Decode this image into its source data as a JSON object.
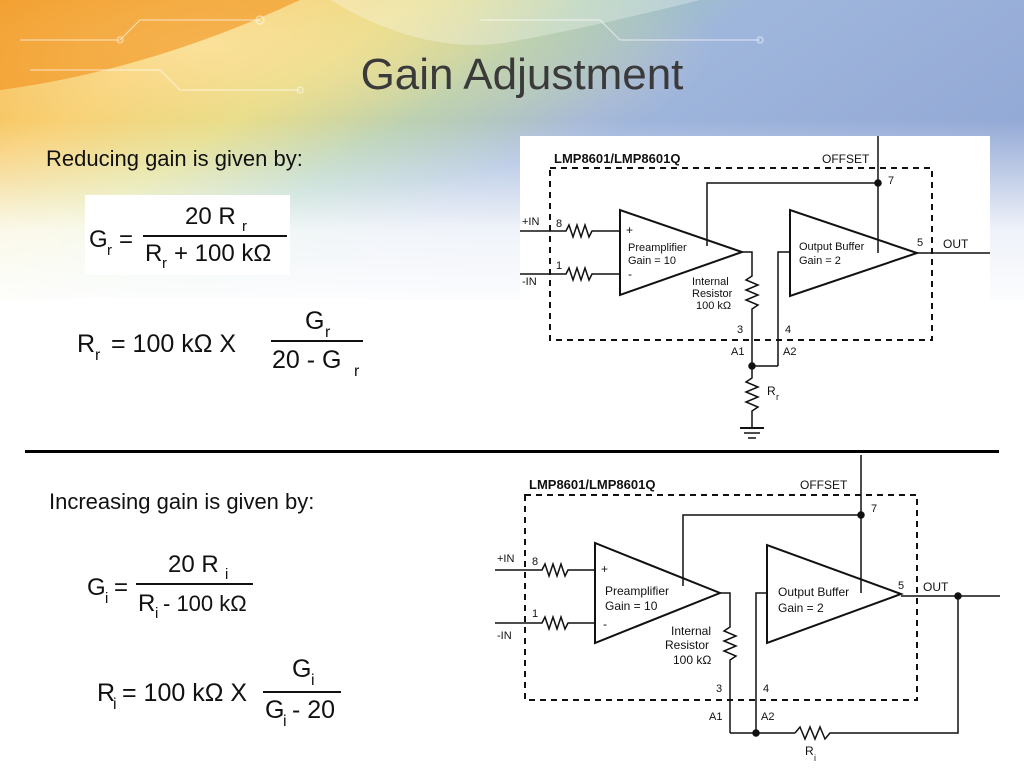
{
  "slide": {
    "title": "Gain Adjustment"
  },
  "reducing": {
    "caption": "Reducing gain is given by:",
    "formula1": {
      "lhs": "G",
      "lhs_sub": "r",
      "lhs_eq": "=",
      "num": "20 R",
      "num_sub": "r",
      "den_a": "R",
      "den_a_sub": "r",
      "den_b": "+ 100 kΩ"
    },
    "formula2": {
      "lhs": "R",
      "lhs_sub": "r",
      "mid": "= 100 kΩ X",
      "num": "G",
      "num_sub": "r",
      "den": "20 - G",
      "den_sub": "r"
    },
    "schematic": {
      "chip": "LMP8601/LMP8601Q",
      "offset": "OFFSET",
      "pin7": "7",
      "in_plus": "+IN",
      "pin8": "8",
      "in_minus": "-IN",
      "pin1": "1",
      "plus_sign": "+",
      "minus_sign": "-",
      "pre_line1": "Preamplifier",
      "pre_line2": "Gain = 10",
      "buf_line1": "Output Buffer",
      "buf_line2": "Gain = 2",
      "pin5": "5",
      "out": "OUT",
      "int_line1": "Internal",
      "int_line2": "Resistor",
      "int_line3": "100 kΩ",
      "pin3": "3",
      "pin4": "4",
      "a1": "A1",
      "a2": "A2",
      "res": "R",
      "res_sub": "r"
    }
  },
  "increasing": {
    "caption": "Increasing gain is given by:",
    "formula1": {
      "lhs": "G",
      "lhs_sub": "i",
      "lhs_eq": "=",
      "num": "20 R",
      "num_sub": "i",
      "den_a": "R",
      "den_a_sub": "i",
      "den_b": "- 100 kΩ"
    },
    "formula2": {
      "lhs": "R",
      "lhs_sub": "i",
      "mid": "= 100 kΩ X",
      "num": "G",
      "num_sub": "i",
      "den": "G",
      "den_sub": "i",
      "den_tail": "- 20"
    },
    "schematic": {
      "chip": "LMP8601/LMP8601Q",
      "offset": "OFFSET",
      "pin7": "7",
      "in_plus": "+IN",
      "pin8": "8",
      "in_minus": "-IN",
      "pin1": "1",
      "plus_sign": "+",
      "minus_sign": "-",
      "pre_line1": "Preamplifier",
      "pre_line2": "Gain = 10",
      "buf_line1": "Output Buffer",
      "buf_line2": "Gain = 2",
      "pin5": "5",
      "out": "OUT",
      "int_line1": "Internal",
      "int_line2": "Resistor",
      "int_line3": "100 kΩ",
      "pin3": "3",
      "pin4": "4",
      "a1": "A1",
      "a2": "A2",
      "res": "R",
      "res_sub": "i"
    }
  },
  "colors": {
    "title": "#3a3a3a",
    "ink": "#111111",
    "divider": "#000000"
  }
}
